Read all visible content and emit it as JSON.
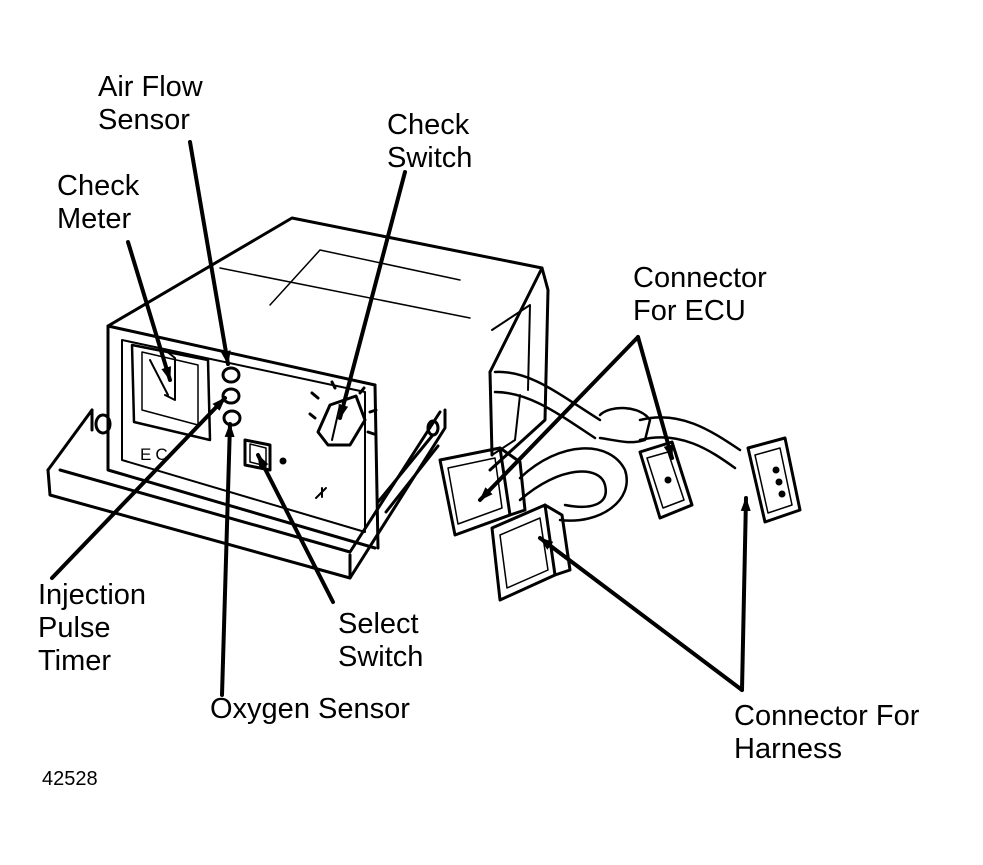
{
  "labels": {
    "air_flow_sensor": [
      "Air Flow",
      "Sensor"
    ],
    "check_meter": [
      "Check",
      "Meter"
    ],
    "check_switch": [
      "Check",
      "Switch"
    ],
    "connector_for_ecu": [
      "Connector",
      "For ECU"
    ],
    "injection_pulse_timer": [
      "Injection",
      "Pulse",
      "Timer"
    ],
    "select_switch": [
      "Select",
      "Switch"
    ],
    "oxygen_sensor": "Oxygen Sensor",
    "connector_for_harness": [
      "Connector For",
      "Harness"
    ]
  },
  "figure_number": "42528",
  "panel_marking": "EC"
}
